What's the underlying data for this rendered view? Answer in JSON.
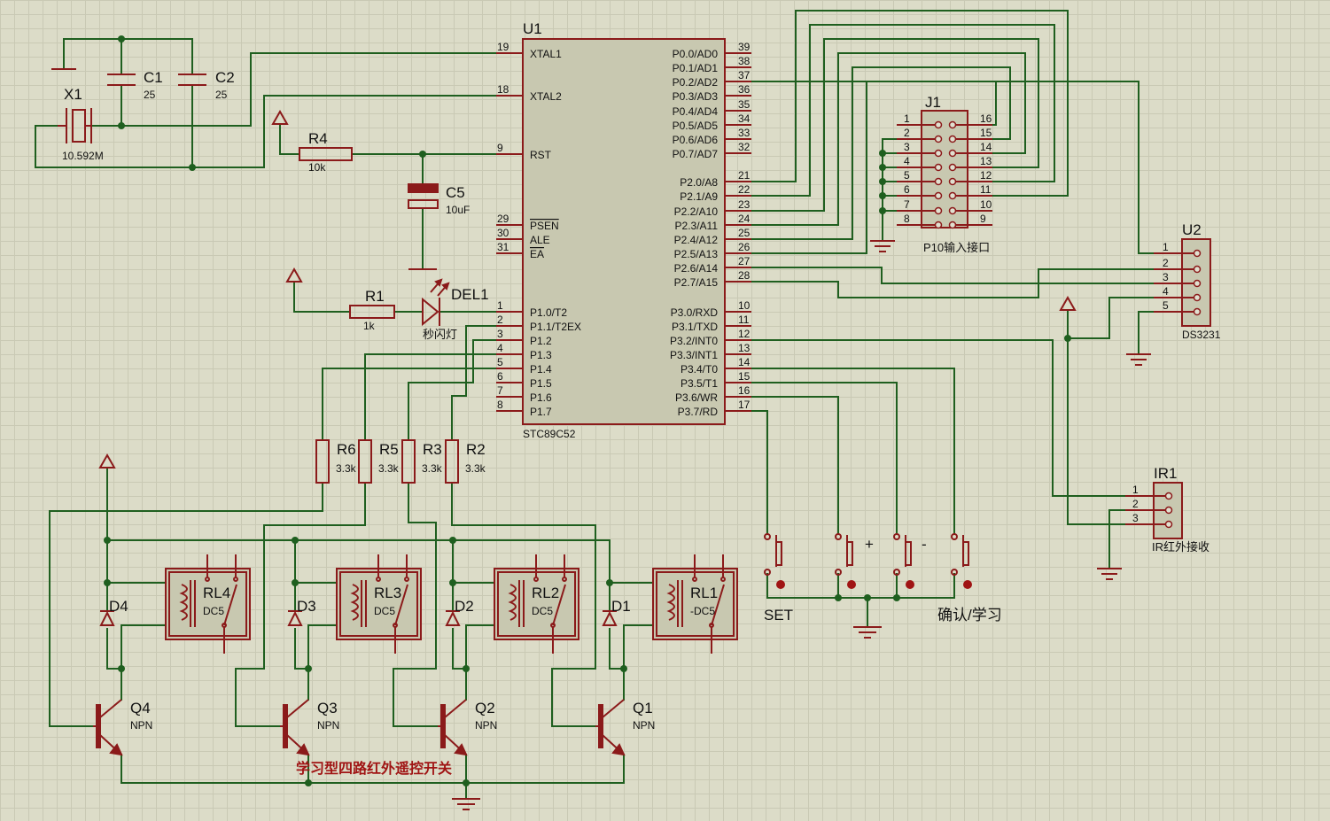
{
  "title": "学习型四路红外遥控开关",
  "mcu": {
    "ref": "U1",
    "part": "STC89C52",
    "left_pins": [
      {
        "num": "19",
        "name": "XTAL1"
      },
      {
        "num": "18",
        "name": "XTAL2"
      },
      {
        "num": "9",
        "name": "RST"
      },
      {
        "num": "29",
        "name": "PSEN"
      },
      {
        "num": "30",
        "name": "ALE"
      },
      {
        "num": "31",
        "name": "EA"
      },
      {
        "num": "1",
        "name": "P1.0/T2"
      },
      {
        "num": "2",
        "name": "P1.1/T2EX"
      },
      {
        "num": "3",
        "name": "P1.2"
      },
      {
        "num": "4",
        "name": "P1.3"
      },
      {
        "num": "5",
        "name": "P1.4"
      },
      {
        "num": "6",
        "name": "P1.5"
      },
      {
        "num": "7",
        "name": "P1.6"
      },
      {
        "num": "8",
        "name": "P1.7"
      }
    ],
    "right_pins": [
      {
        "num": "39",
        "name": "P0.0/AD0"
      },
      {
        "num": "38",
        "name": "P0.1/AD1"
      },
      {
        "num": "37",
        "name": "P0.2/AD2"
      },
      {
        "num": "36",
        "name": "P0.3/AD3"
      },
      {
        "num": "35",
        "name": "P0.4/AD4"
      },
      {
        "num": "34",
        "name": "P0.5/AD5"
      },
      {
        "num": "33",
        "name": "P0.6/AD6"
      },
      {
        "num": "32",
        "name": "P0.7/AD7"
      },
      {
        "num": "21",
        "name": "P2.0/A8"
      },
      {
        "num": "22",
        "name": "P2.1/A9"
      },
      {
        "num": "23",
        "name": "P2.2/A10"
      },
      {
        "num": "24",
        "name": "P2.3/A11"
      },
      {
        "num": "25",
        "name": "P2.4/A12"
      },
      {
        "num": "26",
        "name": "P2.5/A13"
      },
      {
        "num": "27",
        "name": "P2.6/A14"
      },
      {
        "num": "28",
        "name": "P2.7/A15"
      },
      {
        "num": "10",
        "name": "P3.0/RXD"
      },
      {
        "num": "11",
        "name": "P3.1/TXD"
      },
      {
        "num": "12",
        "name": "P3.2/INT0"
      },
      {
        "num": "13",
        "name": "P3.3/INT1"
      },
      {
        "num": "14",
        "name": "P3.4/T0"
      },
      {
        "num": "15",
        "name": "P3.5/T1"
      },
      {
        "num": "16",
        "name": "P3.6/WR"
      },
      {
        "num": "17",
        "name": "P3.7/RD"
      }
    ]
  },
  "crystal": {
    "ref": "X1",
    "value": "10.592M"
  },
  "c1": {
    "ref": "C1",
    "value": "25"
  },
  "c2": {
    "ref": "C2",
    "value": "25"
  },
  "r4": {
    "ref": "R4",
    "value": "10k"
  },
  "c5": {
    "ref": "C5",
    "value": "10uF"
  },
  "r1": {
    "ref": "R1",
    "value": "1k"
  },
  "led": {
    "ref": "DEL1",
    "label": "秒闪灯"
  },
  "resistors": [
    {
      "ref": "R6",
      "value": "3.3k"
    },
    {
      "ref": "R5",
      "value": "3.3k"
    },
    {
      "ref": "R3",
      "value": "3.3k"
    },
    {
      "ref": "R2",
      "value": "3.3k"
    }
  ],
  "relays": [
    {
      "ref": "RL4",
      "value": "DC5"
    },
    {
      "ref": "RL3",
      "value": "DC5"
    },
    {
      "ref": "RL2",
      "value": "DC5"
    },
    {
      "ref": "RL1",
      "value": "-DC5"
    }
  ],
  "diodes": [
    "D4",
    "D3",
    "D2",
    "D1"
  ],
  "transistors": [
    {
      "ref": "Q4",
      "type": "NPN"
    },
    {
      "ref": "Q3",
      "type": "NPN"
    },
    {
      "ref": "Q2",
      "type": "NPN"
    },
    {
      "ref": "Q1",
      "type": "NPN"
    }
  ],
  "j1": {
    "ref": "J1",
    "label": "P10输入接口",
    "left_pins": [
      "1",
      "2",
      "3",
      "4",
      "5",
      "6",
      "7",
      "8"
    ],
    "right_pins": [
      "16",
      "15",
      "14",
      "13",
      "12",
      "11",
      "10",
      "9"
    ]
  },
  "u2": {
    "ref": "U2",
    "label": "DS3231",
    "pins": [
      "1",
      "2",
      "3",
      "4",
      "5"
    ]
  },
  "ir": {
    "ref": "IR1",
    "label": "IR红外接收",
    "pins": [
      "1",
      "2",
      "3"
    ]
  },
  "buttons": {
    "set": "SET",
    "plus": "+",
    "minus": "-",
    "confirm": "确认/学习"
  }
}
